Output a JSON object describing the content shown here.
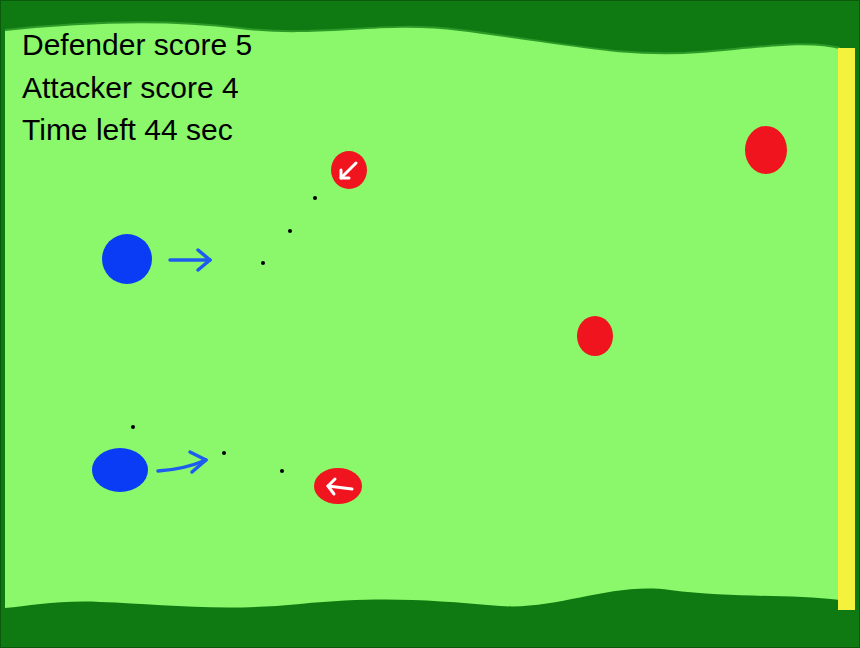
{
  "diagram": {
    "labels": [
      "Defender score 5",
      "Attacker score 4",
      "Time left 44 sec"
    ]
  }
}
